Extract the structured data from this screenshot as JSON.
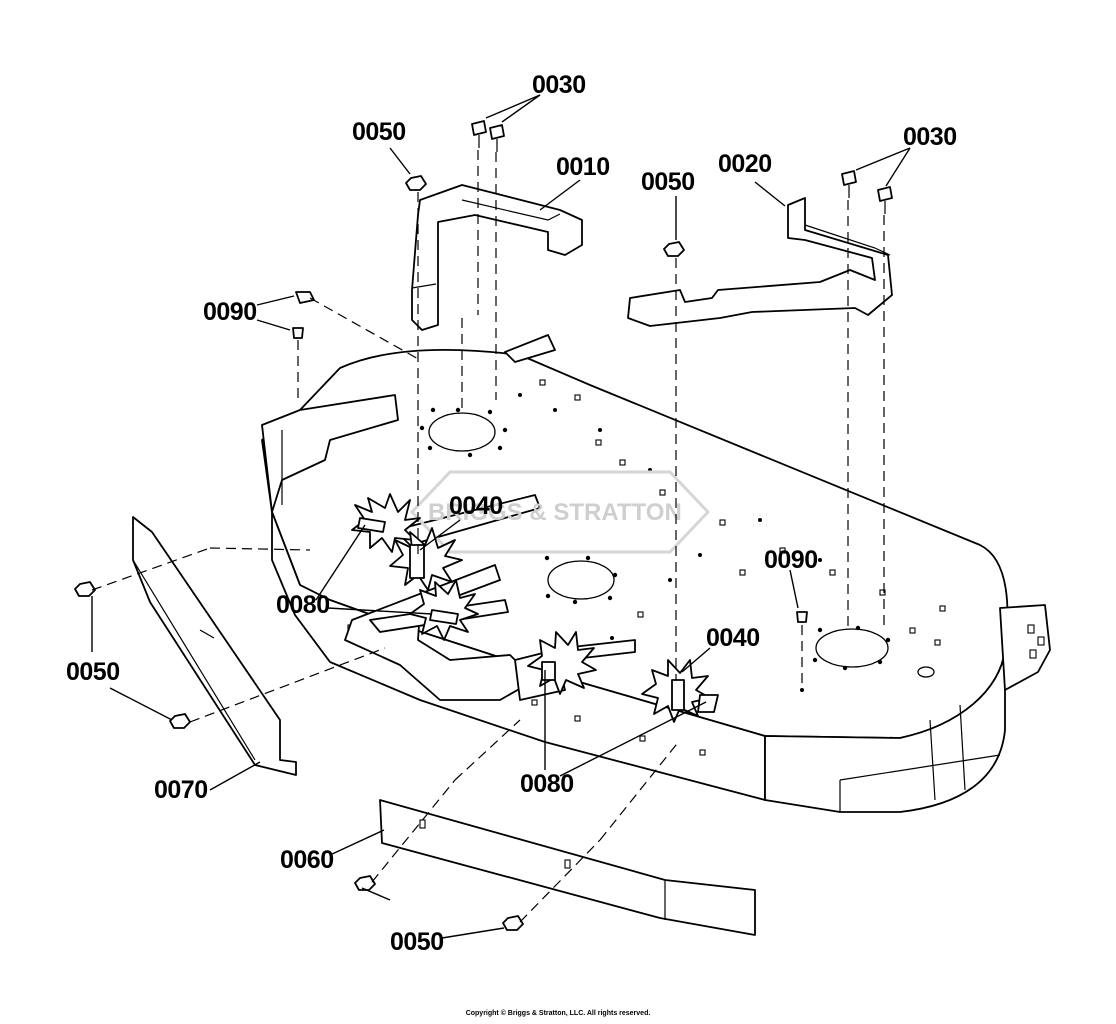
{
  "diagram": {
    "watermark_text": "BRIGGS & STRATTON",
    "copyright": "Copyright © Briggs & Stratton, LLC. All rights reserved.",
    "labels": {
      "p0010": "0010",
      "p0020": "0020",
      "p0030_left": "0030",
      "p0030_right": "0030",
      "p0040_left": "0040",
      "p0040_right": "0040",
      "p0050_top_left": "0050",
      "p0050_top_mid": "0050",
      "p0050_left": "0050",
      "p0050_bottom": "0050",
      "p0060": "0060",
      "p0070": "0070",
      "p0080_left": "0080",
      "p0080_right": "0080",
      "p0090_left": "0090",
      "p0090_right": "0090"
    }
  }
}
